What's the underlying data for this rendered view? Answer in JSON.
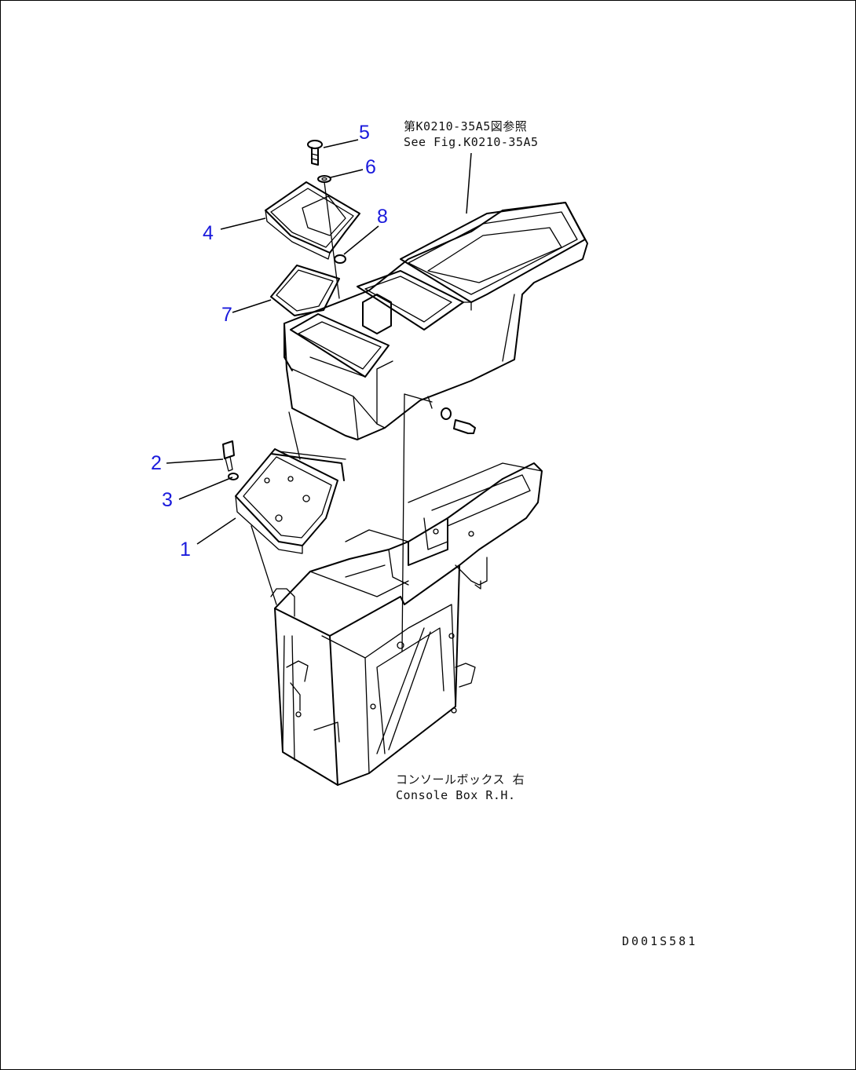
{
  "callouts": [
    {
      "id": "1",
      "label": "1"
    },
    {
      "id": "2",
      "label": "2"
    },
    {
      "id": "3",
      "label": "3"
    },
    {
      "id": "4",
      "label": "4"
    },
    {
      "id": "5",
      "label": "5"
    },
    {
      "id": "6",
      "label": "6"
    },
    {
      "id": "7",
      "label": "7"
    },
    {
      "id": "8",
      "label": "8"
    }
  ],
  "notes": {
    "reference_jp": "第K0210-35A5図参照",
    "reference_en": "See Fig.K0210-35A5",
    "console_jp": "コンソールボックス 右",
    "console_en": "Console Box R.H."
  },
  "drawing_number": "D001S581",
  "colors": {
    "callout": "#1a1adc",
    "line": "#000000",
    "background": "#ffffff"
  }
}
